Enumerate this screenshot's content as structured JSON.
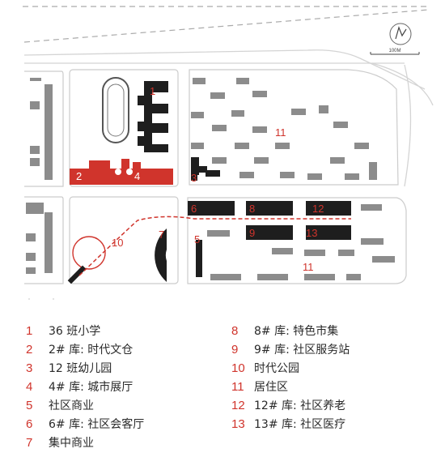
{
  "colors": {
    "accent": "#d0342c",
    "building": "#1e1e1e",
    "house": "#8c8c8c",
    "road": "#d9d9d9",
    "text": "#2a2a2a"
  },
  "scale_label": "100M",
  "map_labels": [
    {
      "id": "1",
      "label": "1"
    },
    {
      "id": "2",
      "label": "2"
    },
    {
      "id": "3",
      "label": "3"
    },
    {
      "id": "4",
      "label": "4"
    },
    {
      "id": "5",
      "label": "5"
    },
    {
      "id": "6",
      "label": "6"
    },
    {
      "id": "7",
      "label": "7"
    },
    {
      "id": "8",
      "label": "8"
    },
    {
      "id": "9",
      "label": "9"
    },
    {
      "id": "10",
      "label": "10"
    },
    {
      "id": "11a",
      "label": "11"
    },
    {
      "id": "11b",
      "label": "11"
    },
    {
      "id": "12",
      "label": "12"
    },
    {
      "id": "13",
      "label": "13"
    }
  ],
  "legend": [
    {
      "num": "1",
      "text": "36 班小学"
    },
    {
      "num": "2",
      "text": "2# 库: 时代文仓"
    },
    {
      "num": "3",
      "text": "12 班幼儿园"
    },
    {
      "num": "4",
      "text": "4# 库: 城市展厅"
    },
    {
      "num": "5",
      "text": "社区商业"
    },
    {
      "num": "6",
      "text": "6# 库: 社区会客厅"
    },
    {
      "num": "7",
      "text": "集中商业"
    },
    {
      "num": "8",
      "text": "8# 库: 特色市集"
    },
    {
      "num": "9",
      "text": "9# 库: 社区服务站"
    },
    {
      "num": "10",
      "text": "时代公园"
    },
    {
      "num": "11",
      "text": "居住区"
    },
    {
      "num": "12",
      "text": "12# 库: 社区养老"
    },
    {
      "num": "13",
      "text": "13# 库: 社区医疗"
    }
  ]
}
